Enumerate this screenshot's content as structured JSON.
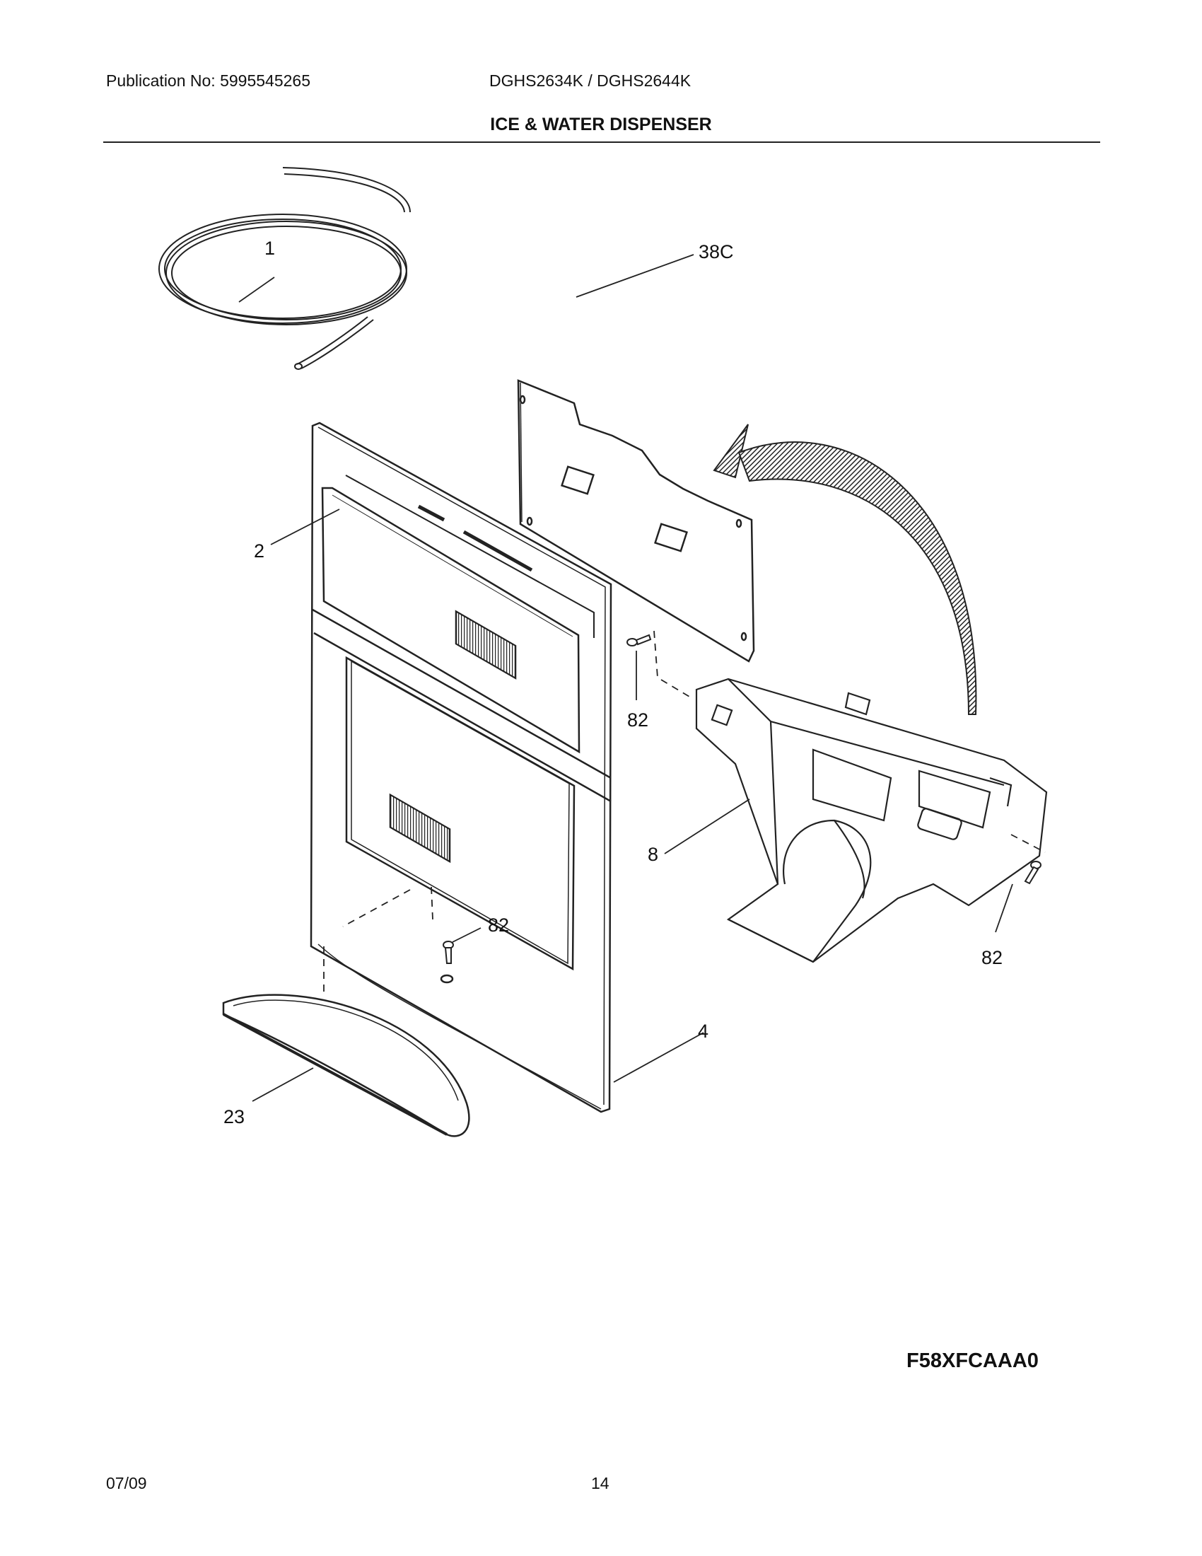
{
  "header": {
    "publication": "Publication No: 5995545265",
    "models": "DGHS2634K / DGHS2644K",
    "section_title": "ICE & WATER DISPENSER"
  },
  "callouts": {
    "tubing": "1",
    "control_board": "38C",
    "control_overlay": "2",
    "screw_top": "82",
    "dispenser_assembly": "8",
    "screw_bottom": "82",
    "screw_right": "82",
    "housing": "4",
    "drip_tray": "23"
  },
  "footer": {
    "figure_code": "F58XFCAAA0",
    "date": "07/09",
    "page": "14"
  }
}
